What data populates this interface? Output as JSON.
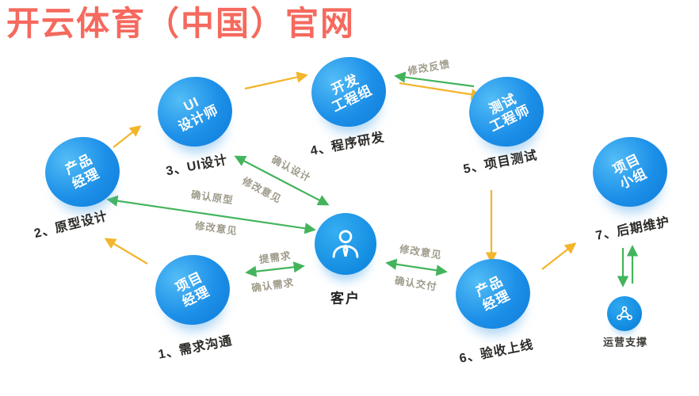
{
  "page": {
    "title": "开云体育（中国）官网",
    "title_color": "#f5695e",
    "background": "#ffffff"
  },
  "diagram": {
    "nodes": [
      {
        "id": "product-manager-left",
        "line1": "产品",
        "line2": "经理",
        "step": "2、原型设计"
      },
      {
        "id": "ui-designer",
        "line1": "UI",
        "line2": "设计师",
        "step": "3、UI设计"
      },
      {
        "id": "dev-group",
        "line1": "开发",
        "line2": "工程组",
        "step": "4、程序研发"
      },
      {
        "id": "test-engineer",
        "line1": "测试",
        "line2": "工程师",
        "step": "5、项目测试"
      },
      {
        "id": "project-manager",
        "line1": "项目",
        "line2": "经理",
        "step": "1、需求沟通"
      },
      {
        "id": "product-manager-right",
        "line1": "产品",
        "line2": "经理",
        "step": "6、验收上线"
      },
      {
        "id": "project-team",
        "line1": "项目",
        "line2": "小组",
        "step": "7、后期维护"
      }
    ],
    "center": {
      "label": "客户"
    },
    "ops": {
      "label": "运营支撑"
    },
    "edge_labels": {
      "feedback": "修改反馈",
      "confirm_design": "确认设计",
      "revise_design": "修改意见",
      "confirm_proto": "确认原型",
      "revise_proto": "修改意见",
      "raise_req": "提需求",
      "confirm_req": "确认需求",
      "revise_deliver": "修改意见",
      "confirm_deliver": "确认交付"
    },
    "colors": {
      "node_blue": "#1c8fe8",
      "arrow_green": "#43b45c",
      "arrow_yellow": "#f2b52b",
      "edge_label_gray": "#9f9b8a"
    }
  }
}
